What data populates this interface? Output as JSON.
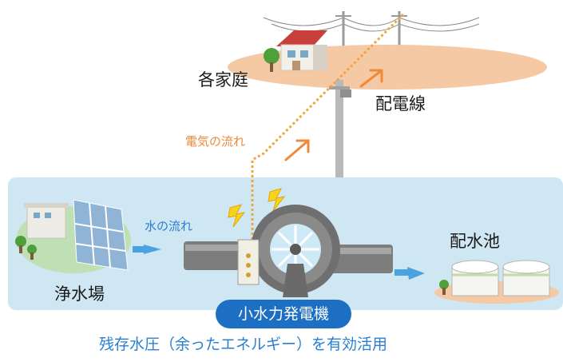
{
  "labels": {
    "household": "各家庭",
    "distribution_line": "配電線",
    "electricity_flow": "電気の流れ",
    "water_flow": "水の流れ",
    "purification_plant": "浄水場",
    "reservoir": "配水池",
    "generator_badge": "小水力発電機",
    "caption": "残存水圧（余ったエネルギー）を有効活用"
  },
  "icons": [
    "house-icon",
    "utility-pole-icon",
    "lightning-icon",
    "arrow-icon",
    "solar-panel-icon",
    "tree-icon",
    "water-wheel-icon",
    "tank-icon"
  ],
  "colors": {
    "river": "#cfe6f3",
    "ground": "#f4c9a3",
    "electric_flow": "#f0a540",
    "orange_text": "#ee8a3a",
    "blue_text": "#2a7fd0",
    "badge": "#1d6fc4",
    "lightning": "#f8d21c"
  }
}
